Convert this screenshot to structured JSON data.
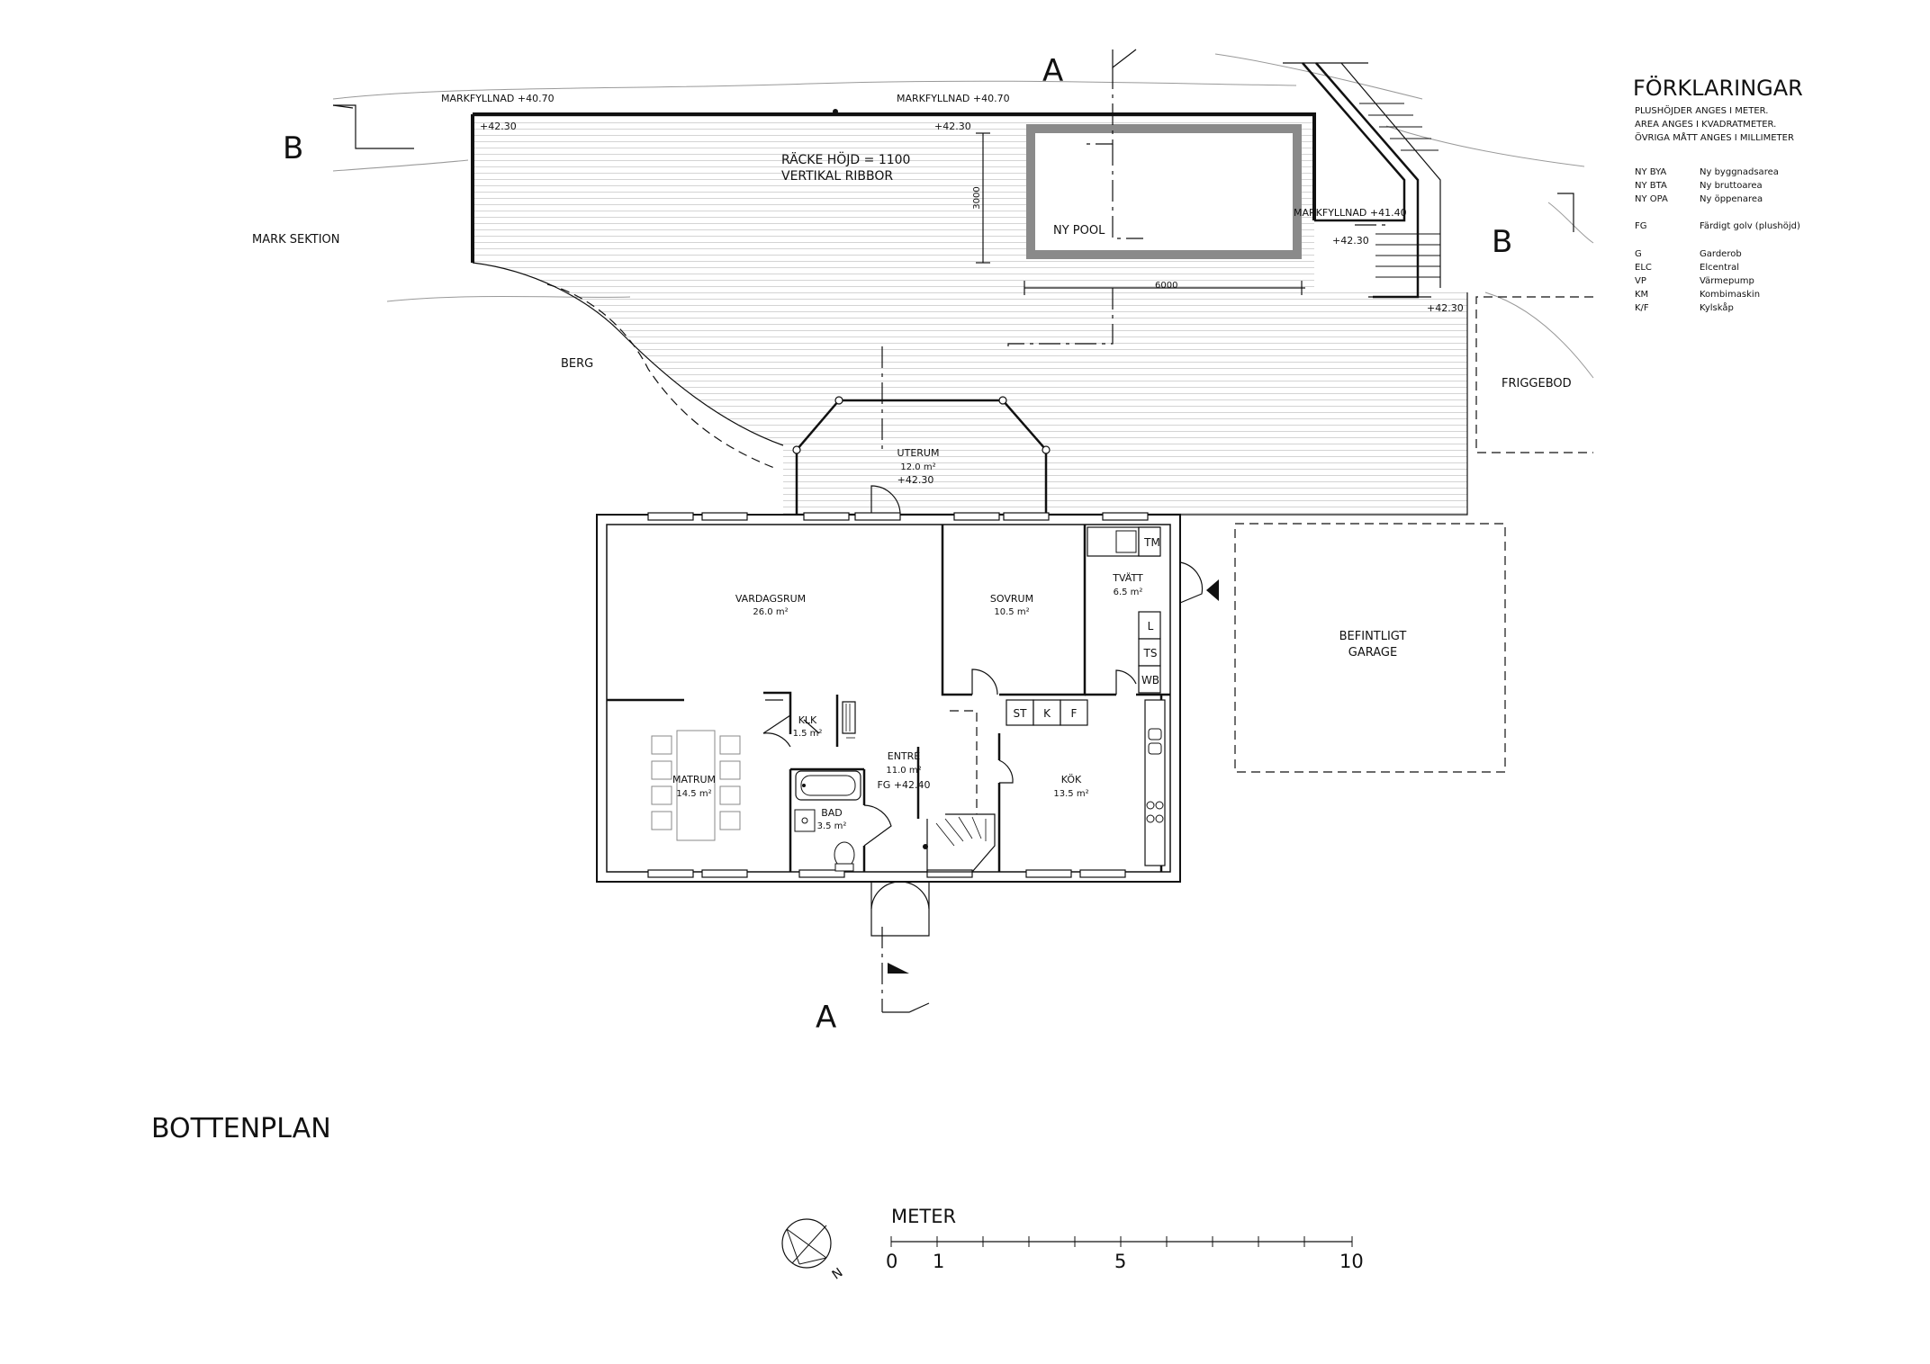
{
  "title": "BOTTENPLAN",
  "section_markers": {
    "a_top": "A",
    "a_bottom": "A",
    "b_left": "B",
    "b_right": "B"
  },
  "legend": {
    "heading": "FÖRKLARINGAR",
    "notes": [
      "PLUSHÖJDER ANGES I METER.",
      "AREA ANGES I KVADRATMETER.",
      "ÖVRIGA MÅTT ANGES I MILLIMETER"
    ],
    "abbreviations": [
      {
        "code": "NY BYA",
        "text": "Ny byggnadsarea"
      },
      {
        "code": "NY BTA",
        "text": "Ny bruttoarea"
      },
      {
        "code": "NY OPA",
        "text": "Ny öppenarea"
      },
      {
        "code": "FG",
        "text": "Färdigt golv (plushöjd)"
      },
      {
        "code": "G",
        "text": "Garderob"
      },
      {
        "code": "ELC",
        "text": "Elcentral"
      },
      {
        "code": "VP",
        "text": "Värmepump"
      },
      {
        "code": "KM",
        "text": "Kombimaskin"
      },
      {
        "code": "K/F",
        "text": "Kylskåp"
      }
    ]
  },
  "site_labels": {
    "markfyllnad_left": "MARKFYLLNAD +40.70",
    "markfyllnad_mid": "MARKFYLLNAD +40.70",
    "markfyllnad_right": "MARKFYLLNAD +41.40",
    "level_1": "+42.30",
    "level_2": "+42.30",
    "level_3": "+42.30",
    "level_4": "+42.30",
    "railing_height": "RÄCKE HÖJD = 1100",
    "railing_type": "VERTIKAL RIBBOR",
    "pool": "NY POOL",
    "pool_length": "6000",
    "pool_width": "3000",
    "mark_sektion": "MARK SEKTION",
    "berg": "BERG",
    "friggebod": "FRIGGEBOD",
    "garage_line1": "BEFINTLIGT",
    "garage_line2": "GARAGE"
  },
  "rooms": {
    "uterum": {
      "name": "UTERUM",
      "area": "12.0 m²",
      "level": "+42.30"
    },
    "vardagsrum": {
      "name": "VARDAGSRUM",
      "area": "26.0 m²"
    },
    "sovrum": {
      "name": "SOVRUM",
      "area": "10.5 m²"
    },
    "tvatt": {
      "name": "TVÄTT",
      "area": "6.5 m²"
    },
    "matrum": {
      "name": "MATRUM",
      "area": "14.5 m²"
    },
    "klk": {
      "name": "KLK",
      "area": "1.5 m²"
    },
    "entre": {
      "name": "ENTRÉ",
      "area": "11.0 m²",
      "level": "FG +42.40"
    },
    "bad": {
      "name": "BAD",
      "area": "3.5 m²"
    },
    "kok": {
      "name": "KÖK",
      "area": "13.5 m²"
    }
  },
  "fixtures": {
    "tm": "TM",
    "l": "L",
    "ts": "TS",
    "wb": "WB",
    "st": "ST",
    "k": "K",
    "f": "F"
  },
  "scale": {
    "label": "METER",
    "ticks": [
      "0",
      "1",
      "5",
      "10"
    ]
  },
  "north": {
    "label": "N"
  }
}
